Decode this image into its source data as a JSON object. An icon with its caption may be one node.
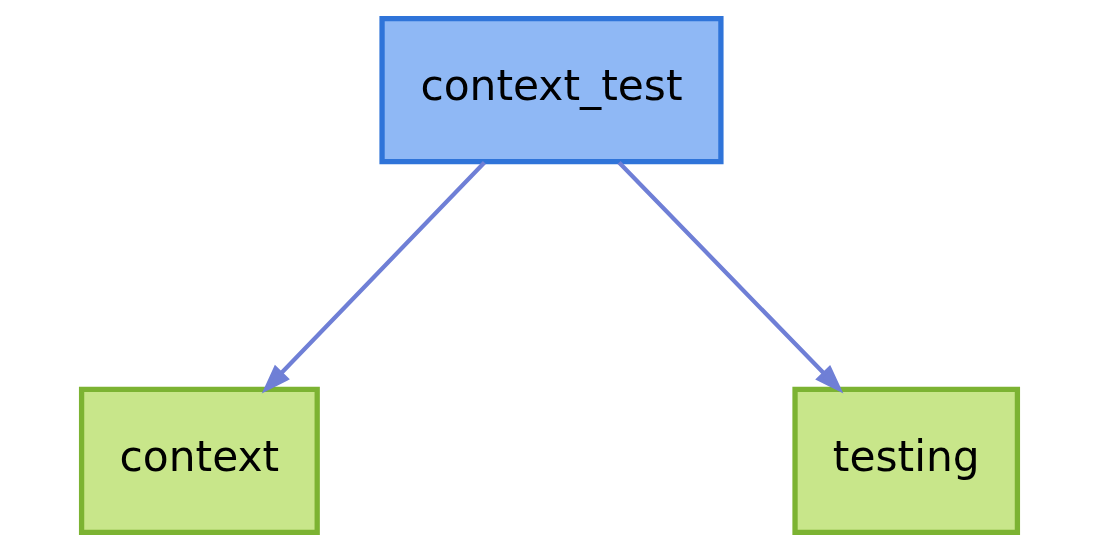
{
  "diagram": {
    "nodes": [
      {
        "text": [
          "context_test"
        ]
      },
      {
        "text": [
          "context"
        ]
      },
      {
        "text": [
          "testing"
        ]
      }
    ],
    "edges": [
      {
        "from": 0,
        "to": 1,
        "arrow": "to"
      },
      {
        "from": 0,
        "to": 2,
        "arrow": "to"
      }
    ]
  }
}
